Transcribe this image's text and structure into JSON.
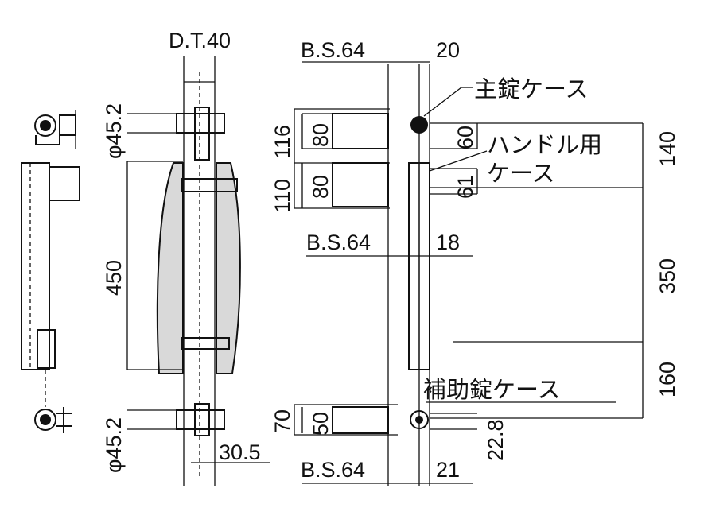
{
  "diagram": {
    "dimensions": {
      "door_thickness": "D.T.40",
      "top_diameter": "φ45.2",
      "bottom_diameter": "φ45.2",
      "handle_length": "450",
      "offset_30_5": "30.5",
      "backset_top": "B.S.64",
      "backset_mid": "B.S.64",
      "backset_bottom": "B.S.64",
      "top_right_20": "20",
      "mid_right_18": "18",
      "bottom_right_21": "21",
      "case_116": "116",
      "case_80_top": "80",
      "case_60": "60",
      "case_110": "110",
      "case_80_mid": "80",
      "case_61": "61",
      "case_70": "70",
      "case_50": "50",
      "case_22_8": "22.8",
      "right_140": "140",
      "right_350": "350",
      "right_160": "160"
    },
    "labels": {
      "main_lock_case": "主錠ケース",
      "handle_case_line1": "ハンドル用",
      "handle_case_line2": "ケース",
      "aux_lock_case": "補助錠ケース"
    }
  }
}
